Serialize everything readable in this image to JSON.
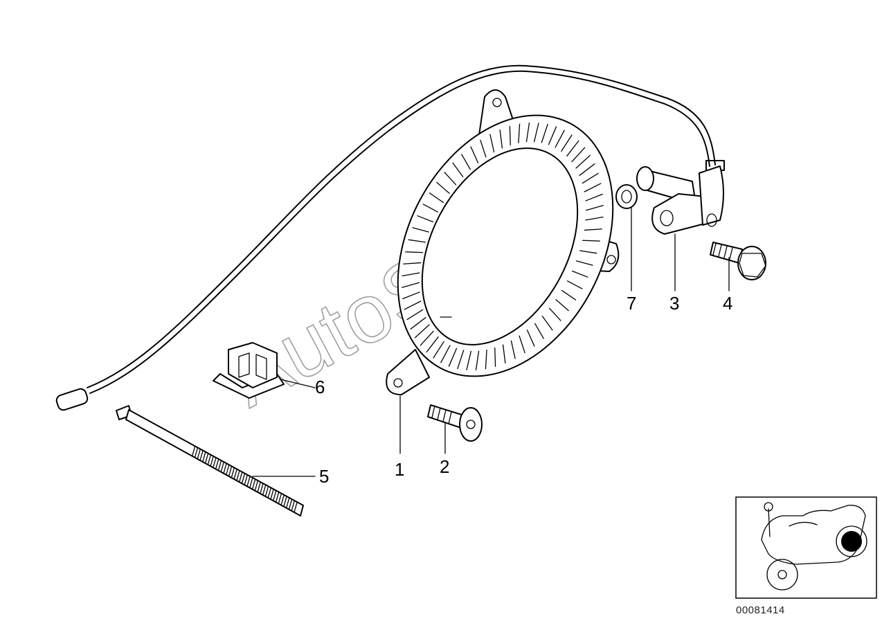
{
  "callouts": [
    {
      "id": "1",
      "label": "1"
    },
    {
      "id": "2",
      "label": "2"
    },
    {
      "id": "3",
      "label": "3"
    },
    {
      "id": "4",
      "label": "4"
    },
    {
      "id": "5",
      "label": "5"
    },
    {
      "id": "6",
      "label": "6"
    },
    {
      "id": "7",
      "label": "7"
    }
  ],
  "diagram_id": "00081414",
  "watermark": "AutoSoft",
  "icons": {
    "sensor_cable": "abs-sensor-cable-icon",
    "impulse_ring": "abs-impulse-ring-icon",
    "sensor": "abs-sensor-icon",
    "bolt": "hex-bolt-icon",
    "screw": "torx-screw-icon",
    "washer": "washer-icon",
    "cable_tie": "cable-tie-icon",
    "clip": "cable-clip-icon",
    "locator": "motorcycle-locator-icon"
  }
}
